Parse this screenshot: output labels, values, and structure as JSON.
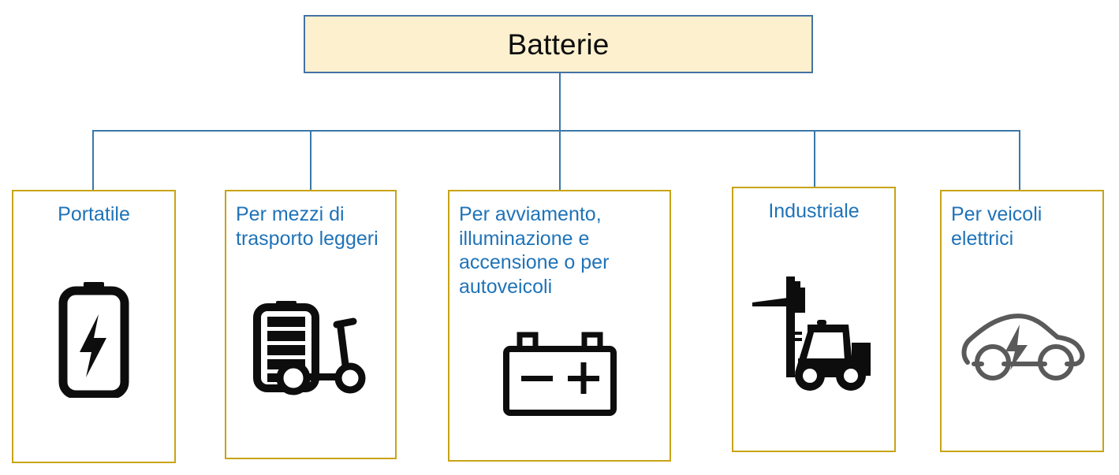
{
  "diagram": {
    "title": "Batterie",
    "root": {
      "label": "Batterie",
      "fill_color": "#FCF0CE",
      "border_color": "#4472A4",
      "text_color": "#0D0D0D"
    },
    "connector_color": "#3A77A8",
    "child_style": {
      "fill_color": "#FFFFFF",
      "border_color": "#C8A415",
      "text_color": "#1F73B8"
    },
    "children": [
      {
        "label": "Portatile",
        "align": "center",
        "icon": "battery-portable-bolt-icon",
        "icon_color": "#0D0D0D"
      },
      {
        "label": "Per mezzi di trasporto leggeri",
        "align": "left",
        "icon": "battery-scooter-icon",
        "icon_color": "#0D0D0D"
      },
      {
        "label": "Per avviamento, illuminazione e accensione o per autoveicoli",
        "align": "left",
        "icon": "car-battery-terminals-icon",
        "icon_color": "#0D0D0D"
      },
      {
        "label": "Industriale",
        "align": "center",
        "icon": "forklift-icon",
        "icon_color": "#0D0D0D"
      },
      {
        "label": "Per veicoli elettrici",
        "align": "left",
        "icon": "electric-car-icon",
        "icon_color": "#5A5A5A"
      }
    ]
  }
}
